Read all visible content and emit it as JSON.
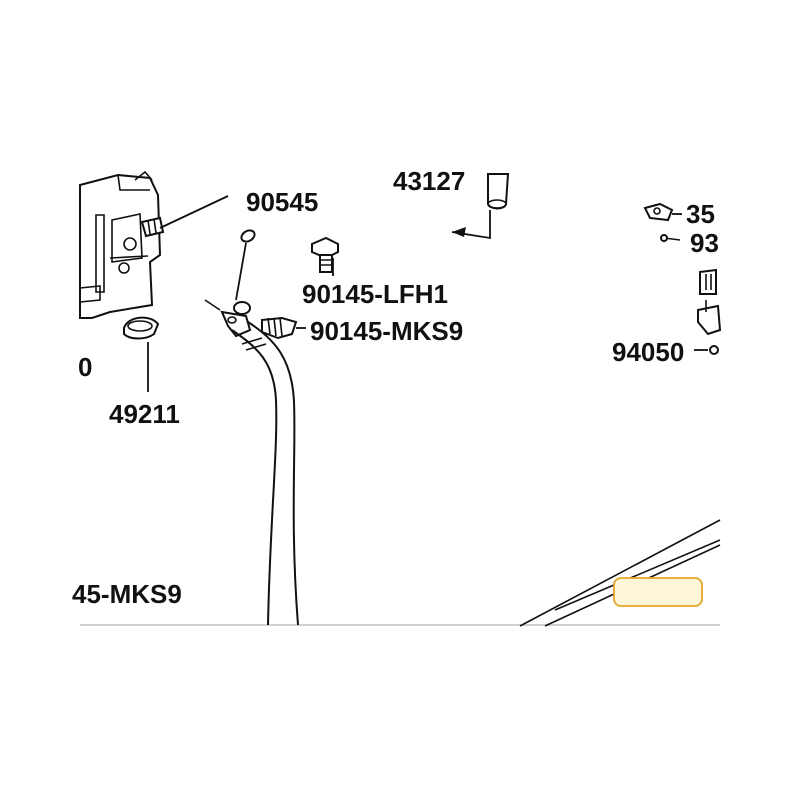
{
  "colors": {
    "line": "#111111",
    "highlight_fill": "#fff6d9",
    "highlight_stroke": "#e3a52b"
  },
  "labels": {
    "p43127": "43127",
    "p90545": "90545",
    "p90145_lfh1": "90145-LFH1",
    "p90145_mks9": "90145-MKS9",
    "p49211": "49211",
    "p0_partial": "0",
    "p145_mks9_partial": "45-MKS9",
    "p35_partial": "35",
    "p93_partial": "93",
    "p94050": "94050"
  },
  "highlight": {
    "text": ""
  }
}
